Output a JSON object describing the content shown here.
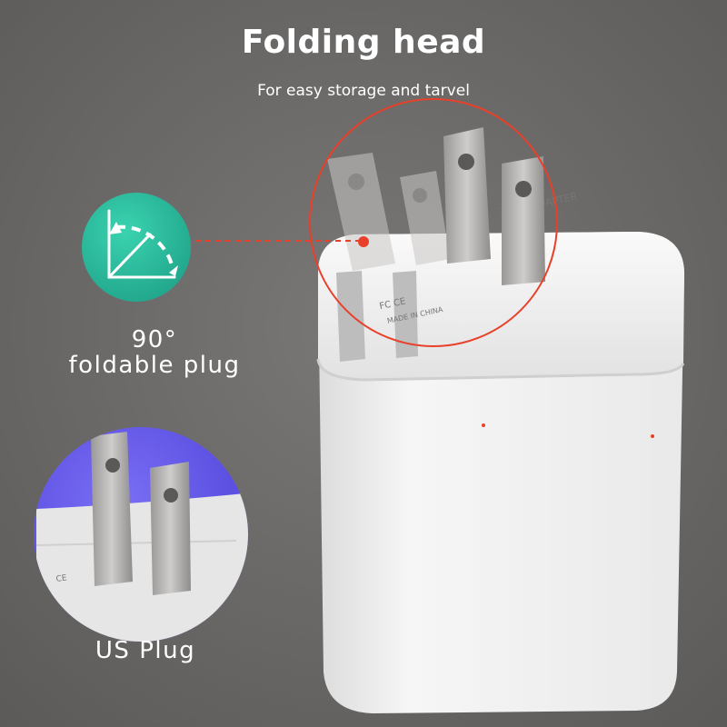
{
  "header": {
    "title": "Folding head",
    "subtitle": "For easy storage and tarvel"
  },
  "features": {
    "fold_angle": "90°",
    "fold_text": "foldable plug",
    "us_plug": "US Plug"
  },
  "device_text": {
    "model": "3 USB ADAPTER",
    "made_in": "MADE IN CHINA",
    "cert": "FC CE"
  },
  "colors": {
    "background": "#6c6a68",
    "accent_red": "#e8402a",
    "fold_icon": "#2fc79a",
    "us_circle": "#6a5cf2",
    "charger_body": "#f3f3f3"
  },
  "icons": {
    "fold": "rotate-90-icon"
  }
}
